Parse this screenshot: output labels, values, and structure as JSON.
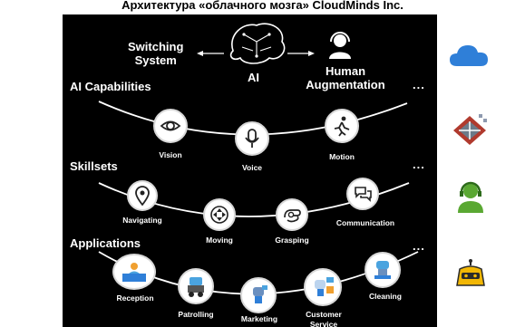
{
  "title": "Архитектура «облачного мозга» CloudMinds Inc.",
  "top": {
    "switching": "Switching\nSystem",
    "ai": "AI",
    "human": "Human\nAugmentation"
  },
  "ellipsis": "...",
  "sections": {
    "ai_capabilities": {
      "title": "AI Capabilities",
      "items": [
        "Vision",
        "Voice",
        "Motion"
      ]
    },
    "skillsets": {
      "title": "Skillsets",
      "items": [
        "Navigating",
        "Moving",
        "Grasping",
        "Communication"
      ]
    },
    "applications": {
      "title": "Applications",
      "items": [
        "Reception",
        "Patrolling",
        "Marketing",
        "Customer Service",
        "Cleaning"
      ]
    }
  },
  "side_icons": [
    "cloud-icon",
    "network-chip-icon",
    "human-operator-icon",
    "robot-head-icon"
  ],
  "colors": {
    "panel": "#000000",
    "cloud": "#2f7fd8",
    "chip": "#c0392b",
    "operator": "#5aa832",
    "robot": "#f2b705"
  }
}
